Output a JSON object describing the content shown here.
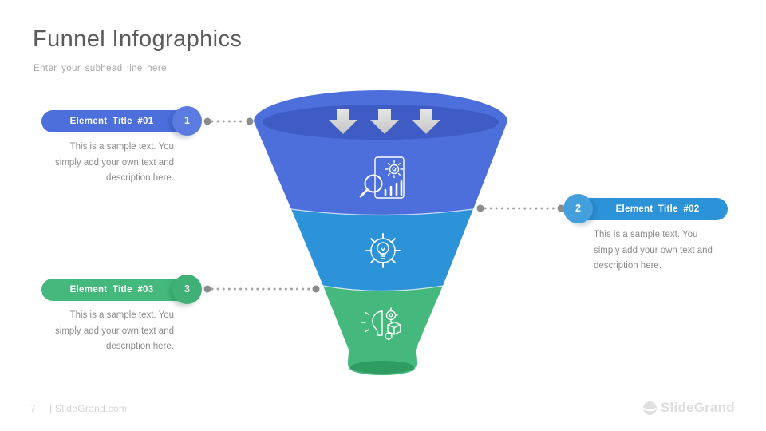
{
  "header": {
    "title": "Funnel Infographics",
    "subtitle": "Enter your subhead line here"
  },
  "elements": [
    {
      "number": "1",
      "title": "Element Title #01",
      "description": "This is a sample text. You\nsimply add your own text and\ndescription here.",
      "pill_color": "#4c6fdc",
      "circle_color": "#5b7be1",
      "side": "left"
    },
    {
      "number": "2",
      "title": "Element Title #02",
      "description": "This is a sample text. You\nsimply add your own text and\ndescription here.",
      "pill_color": "#2d93d8",
      "circle_color": "#43a0dd",
      "side": "right"
    },
    {
      "number": "3",
      "title": "Element Title #03",
      "description": "This is a sample text. You\nsimply add your own text and\ndescription here.",
      "pill_color": "#45b97d",
      "circle_color": "#3fb176",
      "side": "left"
    }
  ],
  "funnel": {
    "stages": [
      {
        "color": "#4c6fdc",
        "icon": "analysis-report-icon"
      },
      {
        "color": "#2d93d8",
        "icon": "gear-bulb-icon"
      },
      {
        "color": "#45b97d",
        "icon": "bulb-gear-cube-icon"
      }
    ],
    "mouth_color": "#3e5cc4",
    "outlet_color": "#2f9c61",
    "arrow_color": "#d9d9d9",
    "arrow_count": 3,
    "connector_color": "#9e9e9e"
  },
  "footer": {
    "page_number": "7",
    "site": "| SlideGrand.com",
    "brand": "SlideGrand"
  }
}
